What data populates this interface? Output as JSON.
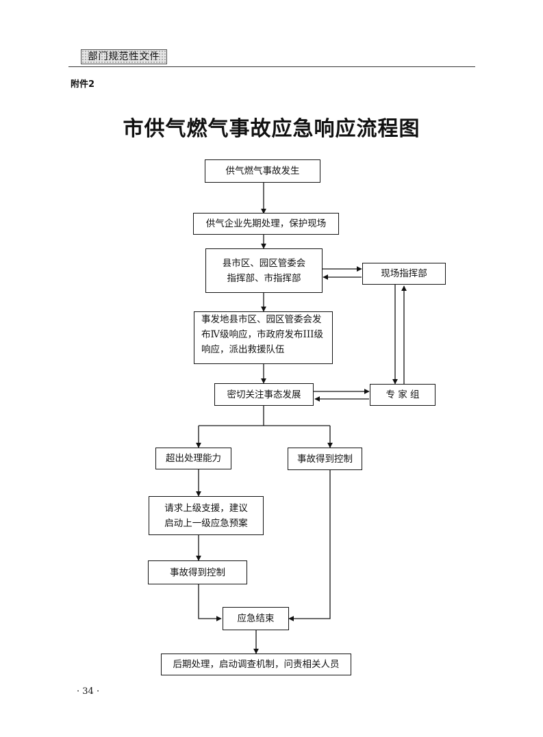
{
  "header": {
    "category": "部门规范性文件",
    "attachment_label": "附件2"
  },
  "title": "市供气燃气事故应急响应流程图",
  "nodes": {
    "accident_occurs": "供气燃气事故发生",
    "initial_handling": "供气企业先期处理，保护现场",
    "hq_line1": "县市区、园区管委会",
    "hq_line2": "指挥部、市指挥部",
    "onsite_hq": "现场指挥部",
    "response_line1": "事发地县市区、园区管委会发",
    "response_line2": "布Ⅳ级响应，市政府发布III级",
    "response_line3": "响应，派出救援队伍",
    "monitor": "密切关注事态发展",
    "expert_group": "专 家 组",
    "beyond_capacity": "超出处理能力",
    "controlled_right": "事故得到控制",
    "request_line1": "请求上级支援，建议",
    "request_line2": "启动上一级应急预案",
    "controlled_left": "事故得到控制",
    "response_end": "应急结束",
    "aftermath": "后期处理，启动调查机制，问责相关人员"
  },
  "footer": {
    "page_number": "· 34 ·"
  }
}
